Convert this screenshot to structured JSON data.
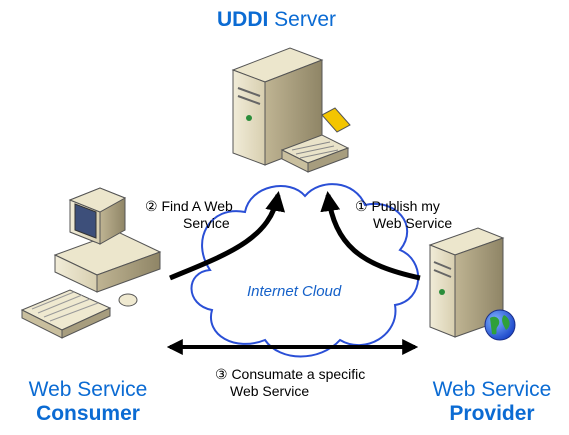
{
  "uddi_server": {
    "bold": "UDDI",
    "rest": " Server"
  },
  "consumer": {
    "line1": "Web Service",
    "line2": "Consumer"
  },
  "provider": {
    "line1": "Web Service",
    "line2": "Provider"
  },
  "cloud_label": "Internet Cloud",
  "steps": {
    "find": {
      "line1": "② Find A Web",
      "line2": "Service"
    },
    "publish": {
      "line1": "① Publish my",
      "line2": "Web Service"
    },
    "consume": {
      "line1": "③ Consumate a specific",
      "line2": "Web Service"
    }
  },
  "colors": {
    "label_blue": "#0b6bd3",
    "cloud_fill": "#ffffff",
    "cloud_stroke": "#2a4fd6",
    "arrow": "#000000"
  }
}
